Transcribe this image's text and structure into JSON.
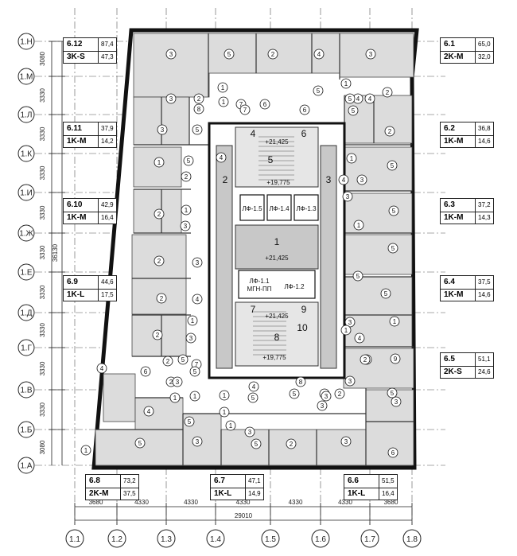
{
  "rows": [
    "1.Н",
    "1.М",
    "1.Л",
    "1.К",
    "1.И",
    "1.Ж",
    "1.Е",
    "1.Д",
    "1.Г",
    "1.В",
    "1.Б",
    "1.А"
  ],
  "cols": [
    "1.1",
    "1.2",
    "1.3",
    "1.4",
    "1.5",
    "1.6",
    "1.7",
    "1.8"
  ],
  "left_dims": [
    "3080",
    "3330",
    "3330",
    "3330",
    "3330",
    "3330",
    "3330",
    "3330",
    "3330",
    "3330",
    "3080"
  ],
  "left_total": "36130",
  "bottom_dims": [
    "3680",
    "4330",
    "4330",
    "4330",
    "4330",
    "4330",
    "3680"
  ],
  "bottom_total": "29010",
  "apartments": [
    {
      "id": "6.12",
      "area": "87,4",
      "type": "3K-S",
      "living": "47,3"
    },
    {
      "id": "6.1",
      "area": "65,0",
      "type": "2K-M",
      "living": "32,0"
    },
    {
      "id": "6.11",
      "area": "37,9",
      "type": "1K-M",
      "living": "14,2"
    },
    {
      "id": "6.2",
      "area": "36,8",
      "type": "1K-M",
      "living": "14,6"
    },
    {
      "id": "6.10",
      "area": "42,9",
      "type": "1K-M",
      "living": "16,4"
    },
    {
      "id": "6.3",
      "area": "37,2",
      "type": "1K-M",
      "living": "14,3"
    },
    {
      "id": "6.9",
      "area": "44,6",
      "type": "1K-L",
      "living": "17,5"
    },
    {
      "id": "6.4",
      "area": "37,5",
      "type": "1K-M",
      "living": "14,6"
    },
    {
      "id": "6.5",
      "area": "51,1",
      "type": "2K-S",
      "living": "24,6"
    },
    {
      "id": "6.8",
      "area": "73,2",
      "type": "2K-M",
      "living": "37,5"
    },
    {
      "id": "6.7",
      "area": "47,1",
      "type": "1K-L",
      "living": "14,9"
    },
    {
      "id": "6.6",
      "area": "51,5",
      "type": "1K-L",
      "living": "16,4"
    }
  ],
  "core": {
    "hall": "1",
    "corr_left": "2",
    "corr_right": "3",
    "n4": "4",
    "n5": "5",
    "n6": "6",
    "n7": "7",
    "n8": "8",
    "n9": "9",
    "n10": "10",
    "elev_top": "+21,425",
    "elev_low": "+19,775",
    "elev_hall": "+21,425",
    "elev_mid": "+21,425",
    "elev_bottom": "+19,775",
    "lifts": [
      "ЛФ-1.5",
      "ЛФ-1.4",
      "ЛФ-1.3"
    ],
    "lift_l1": "ЛФ-1.1",
    "lift_l2": "МГН-ПП",
    "lift_l3": "ЛФ-1.2"
  },
  "room_nums": [
    "3",
    "5",
    "2",
    "4",
    "3",
    "1",
    "3",
    "2",
    "4",
    "1",
    "5",
    "7",
    "6",
    "1",
    "5",
    "8",
    "7",
    "6",
    "5",
    "2",
    "4",
    "3",
    "5",
    "2",
    "1",
    "5",
    "2",
    "4",
    "1",
    "5",
    "2",
    "3",
    "4",
    "3",
    "5",
    "1",
    "3",
    "1",
    "2",
    "3",
    "5",
    "2",
    "4",
    "5",
    "5",
    "1",
    "3",
    "1",
    "2",
    "3",
    "4",
    "1",
    "9",
    "2",
    "5",
    "3",
    "4",
    "6",
    "7",
    "4",
    "8",
    "2",
    "3",
    "1",
    "5",
    "4",
    "1",
    "5",
    "3",
    "5",
    "2",
    "3",
    "5",
    "5",
    "3",
    "1",
    "5",
    "2",
    "5",
    "3",
    "6",
    "3",
    "2",
    "2",
    "3",
    "1",
    "1",
    "1",
    "5"
  ]
}
